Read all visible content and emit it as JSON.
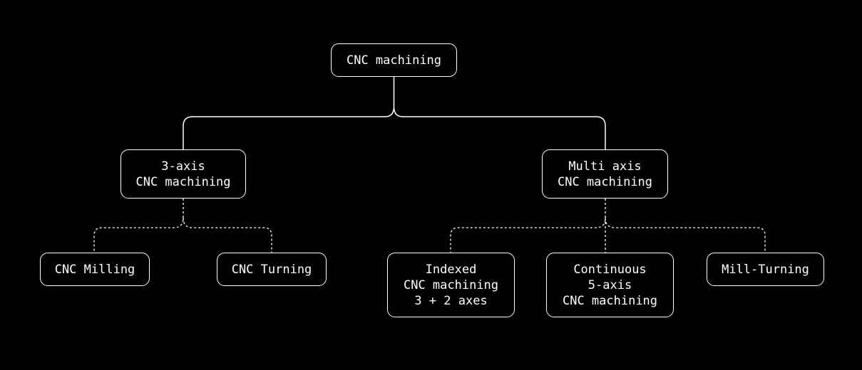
{
  "diagram": {
    "root": {
      "lines": [
        "CNC machining"
      ]
    },
    "branches": [
      {
        "lines": [
          "3-axis",
          "CNC machining"
        ],
        "children": [
          {
            "lines": [
              "CNC Milling"
            ]
          },
          {
            "lines": [
              "CNC Turning"
            ]
          }
        ]
      },
      {
        "lines": [
          "Multi axis",
          "CNC machining"
        ],
        "children": [
          {
            "lines": [
              "Indexed",
              "CNC machining",
              "3 + 2 axes"
            ]
          },
          {
            "lines": [
              "Continuous",
              "5-axis",
              "CNC machining"
            ]
          },
          {
            "lines": [
              "Mill-Turning"
            ]
          }
        ]
      }
    ],
    "colors": {
      "background": "#000000",
      "line": "#ffffff",
      "text": "#ffffff"
    },
    "connector_styles": {
      "root_to_branches": "solid",
      "branches_to_leaves": "dashed"
    }
  }
}
